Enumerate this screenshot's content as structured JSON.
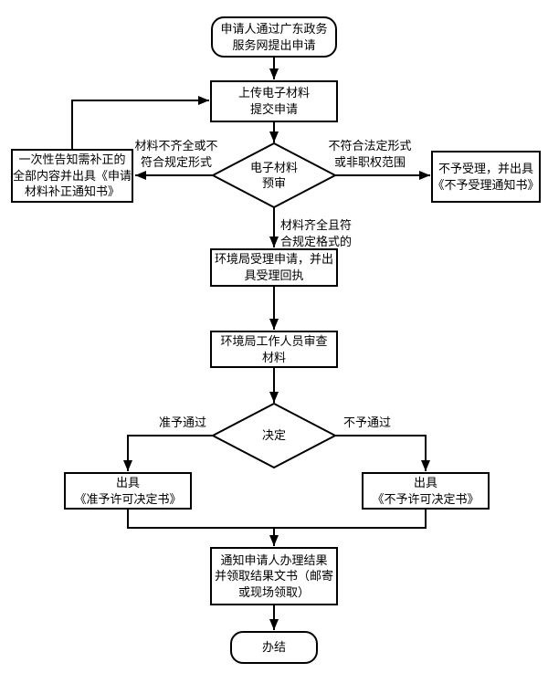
{
  "diagram": {
    "nodes": {
      "start": {
        "label": "申请人通过广东政务\n服务网提出申请"
      },
      "upload": {
        "label": "上传电子材料\n提交申请"
      },
      "preaudit": {
        "label": "电子材料\n预审"
      },
      "correction": {
        "label": "一次性告知需补正的\n全部内容并出具《申请\n材料补正通知书》"
      },
      "reject": {
        "label": "不予受理，并出具\n《不予受理通知书》"
      },
      "accept": {
        "label": "环境局受理申请，并出\n具受理回执"
      },
      "review": {
        "label": "环境局工作人员审查\n材料"
      },
      "decision": {
        "label": "决定"
      },
      "grant": {
        "label": "出具\n《准予许可决定书》"
      },
      "deny": {
        "label": "出具\n《不予许可决定书》"
      },
      "notify": {
        "label": "通知申请人办理结果\n并领取结果文书（邮寄\n或现场领取）"
      },
      "end": {
        "label": "办结"
      }
    },
    "edge_labels": {
      "incomplete": "材料不齐全或不\n符合规定形式",
      "illegal": "不符合法定形式\n或非职权范围",
      "complete": "材料齐全且符\n合规定格式的",
      "approve": "准予通过",
      "disapprove": "不予通过"
    },
    "colors": {
      "line": "#000000",
      "text": "#000000",
      "node_fill": "#ffffff",
      "background": "#ffffff"
    }
  }
}
